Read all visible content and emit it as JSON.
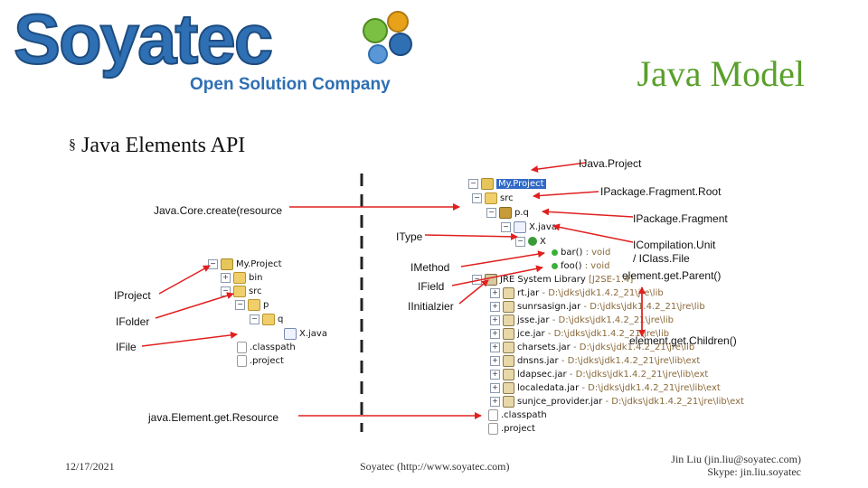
{
  "header": {
    "logo_text": "Soyatec",
    "logo_tagline": "Open Solution Company",
    "title": "Java Model",
    "bullet": "Java Elements API"
  },
  "labels": {
    "ijavaproject": "IJava.Project",
    "ipackagefragmentroot": "IPackage.Fragment.Root",
    "javacore_create": "Java.Core.create(resource",
    "ipackagefragment": "IPackage.Fragment",
    "itype": "IType",
    "icompilationunit": "ICompilation.Unit",
    "iclassfile": "/ IClass.File",
    "imethod": "IMethod",
    "element_getparent": "element.get.Parent()",
    "ifield": "IField",
    "iproject": "IProject",
    "iinitializer": "IInitialzier",
    "ifolder": "IFolder",
    "element_getchildren": "element.get.Children()",
    "ifile": "IFile",
    "java_element_getresource": "java.Element.get.Resource"
  },
  "left_tree": [
    {
      "text": "My.Project",
      "expander": "-",
      "icon": "proj"
    },
    {
      "text": "bin",
      "expander": "+",
      "icon": "fold"
    },
    {
      "text": "src",
      "expander": "-",
      "icon": "fold"
    },
    {
      "text": "p",
      "expander": "-",
      "icon": "fold"
    },
    {
      "text": "q",
      "expander": "-",
      "icon": "fold"
    },
    {
      "text": "X.java",
      "expander": "",
      "icon": "java"
    },
    {
      "text": ".classpath",
      "expander": "",
      "icon": "file"
    },
    {
      "text": ".project",
      "expander": "",
      "icon": "file"
    }
  ],
  "right_tree": {
    "project": "My.Project",
    "src": "src",
    "pkg": "p.q",
    "java": "X.java",
    "cls": "X",
    "m1_name": "bar()",
    "m1_type": ": void",
    "m2_name": "foo()",
    "m2_type": ": void",
    "jre_name": "JRE System Library",
    "jre_tag": "[J2SE-1.4]",
    "jars": [
      {
        "name": "rt.jar",
        "path": "- D:\\jdks\\jdk1.4.2_21\\jre\\lib"
      },
      {
        "name": "sunrsasign.jar",
        "path": "- D:\\jdks\\jdk1.4.2_21\\jre\\lib"
      },
      {
        "name": "jsse.jar",
        "path": "- D:\\jdks\\jdk1.4.2_21\\jre\\lib"
      },
      {
        "name": "jce.jar",
        "path": "- D:\\jdks\\jdk1.4.2_21\\jre\\lib"
      },
      {
        "name": "charsets.jar",
        "path": "- D:\\jdks\\jdk1.4.2_21\\jre\\lib"
      },
      {
        "name": "dnsns.jar",
        "path": "- D:\\jdks\\jdk1.4.2_21\\jre\\lib\\ext"
      },
      {
        "name": "ldapsec.jar",
        "path": "- D:\\jdks\\jdk1.4.2_21\\jre\\lib\\ext"
      },
      {
        "name": "localedata.jar",
        "path": "- D:\\jdks\\jdk1.4.2_21\\jre\\lib\\ext"
      },
      {
        "name": "sunjce_provider.jar",
        "path": "- D:\\jdks\\jdk1.4.2_21\\jre\\lib\\ext"
      }
    ],
    "classpath": ".classpath",
    "projectfile": ".project"
  },
  "footer": {
    "date": "12/17/2021",
    "center": "Soyatec (http://www.soyatec.com)",
    "author_line1": "Jin Liu (jin.liu@soyatec.com)",
    "author_line2": "Skype: jin.liu.soyatec"
  },
  "colors": {
    "title": "#5aa02c",
    "arrow": "#e02020",
    "divider": "#222222",
    "logo_blue": "#2f6fb3",
    "logo_orange": "#e8a21a"
  }
}
